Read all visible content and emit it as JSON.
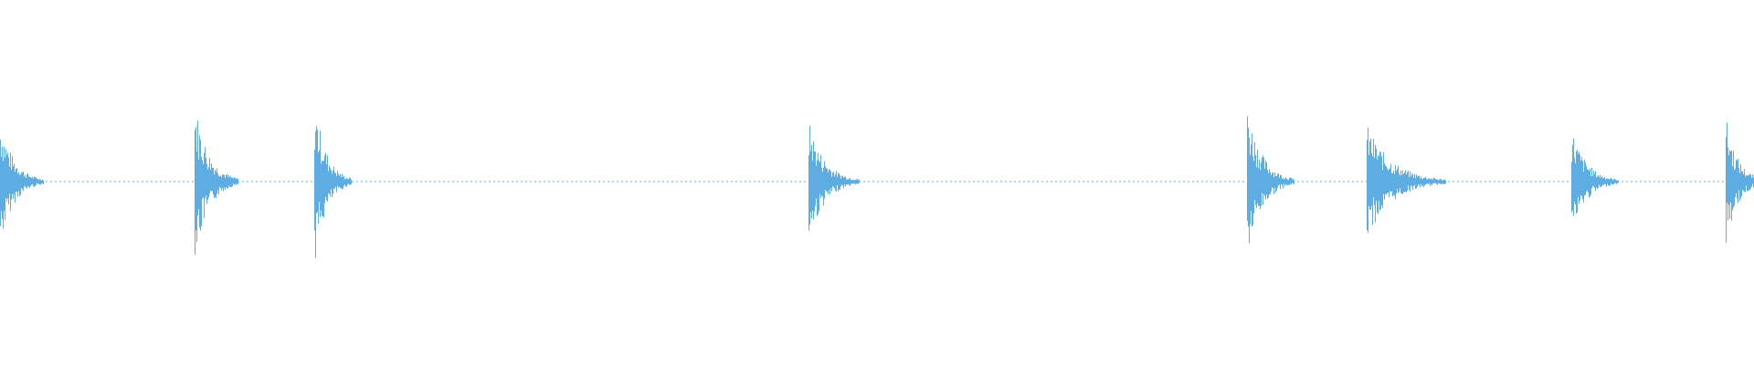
{
  "waveform": {
    "color": "#5dade2",
    "background": "#ffffff",
    "duration_fraction_transients": [
      {
        "onset": 0.0,
        "peak": 0.72,
        "decay": 0.02
      },
      {
        "onset": 0.111,
        "peak": 0.92,
        "decay": 0.02
      },
      {
        "onset": 0.179,
        "peak": 0.96,
        "decay": 0.016
      },
      {
        "onset": 0.461,
        "peak": 0.7,
        "decay": 0.024
      },
      {
        "onset": 0.711,
        "peak": 0.88,
        "decay": 0.022
      },
      {
        "onset": 0.779,
        "peak": 0.66,
        "decay": 0.04
      },
      {
        "onset": 0.896,
        "peak": 0.62,
        "decay": 0.022
      },
      {
        "onset": 0.984,
        "peak": 0.75,
        "decay": 0.016
      }
    ]
  }
}
